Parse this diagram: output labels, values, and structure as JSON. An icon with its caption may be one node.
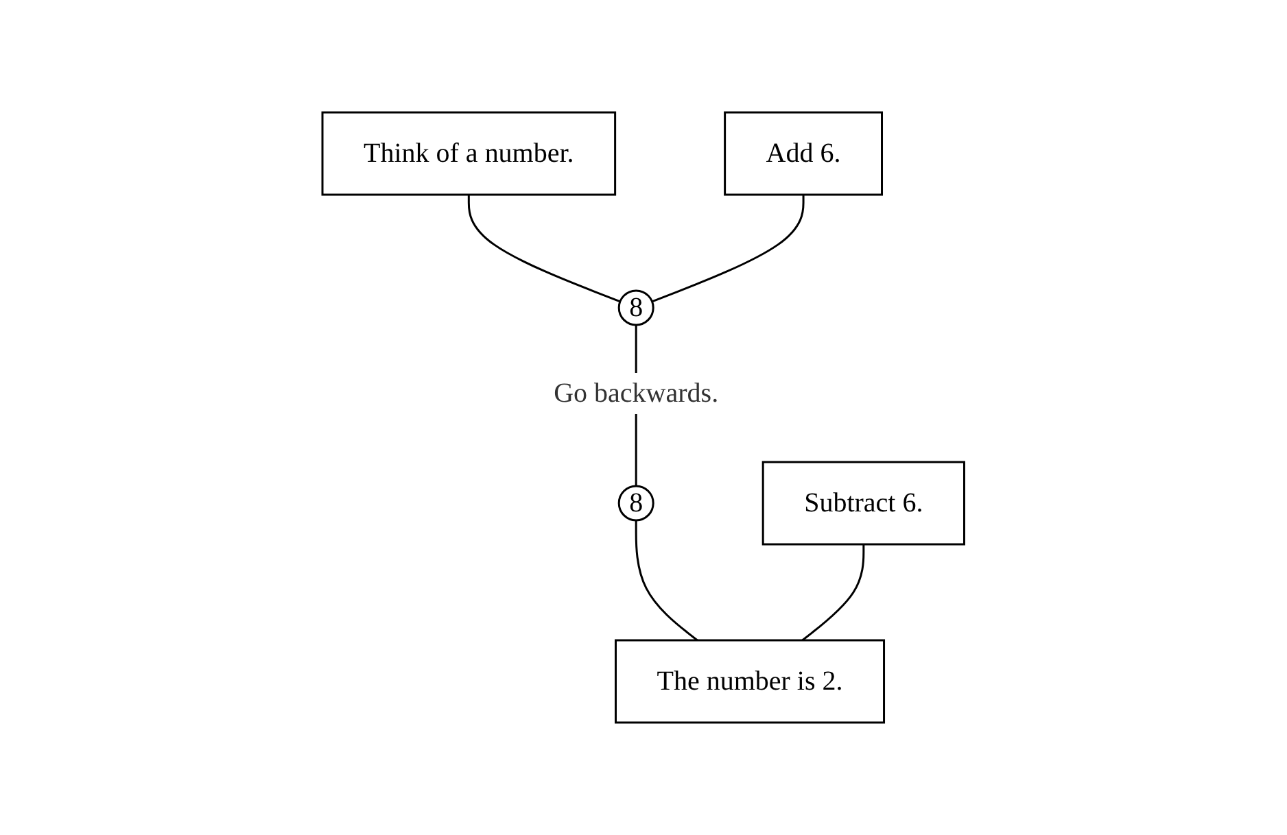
{
  "diagram": {
    "nodes": [
      {
        "text": [
          "Think of a number."
        ]
      },
      {
        "text": [
          "Add 6."
        ]
      },
      {
        "text": [
          "8"
        ]
      },
      {
        "text": [
          "The number is 2."
        ]
      },
      {
        "text": [
          "Subtract 6."
        ]
      },
      {
        "text": [
          "8"
        ]
      }
    ],
    "edges": [
      {
        "from": 0,
        "to": 2,
        "arrow": "none"
      },
      {
        "from": 1,
        "to": 2,
        "arrow": "none"
      },
      {
        "from": 2,
        "to": 5,
        "arrow": "none",
        "label": "Go backwards."
      },
      {
        "from": 5,
        "to": 3,
        "arrow": "none"
      },
      {
        "from": 4,
        "to": 3,
        "arrow": "none"
      }
    ]
  }
}
